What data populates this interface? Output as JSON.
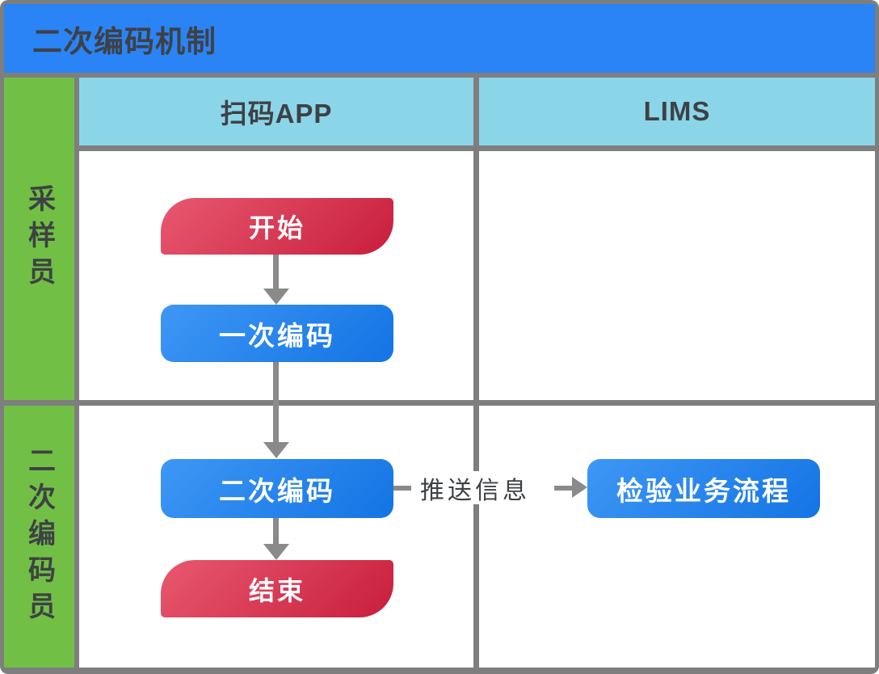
{
  "title": "二次编码机制",
  "columns": [
    {
      "label": "扫码APP"
    },
    {
      "label": "LIMS"
    }
  ],
  "lanes": [
    {
      "label": "采样员"
    },
    {
      "label": "二次编码员"
    }
  ],
  "nodes": {
    "start": {
      "label": "开始"
    },
    "primary_coding": {
      "label": "一次编码"
    },
    "secondary_coding": {
      "label": "二次编码"
    },
    "end": {
      "label": "结束"
    },
    "lims_process": {
      "label": "检验业务流程"
    }
  },
  "edges": {
    "push_label": "推送信息"
  },
  "colors": {
    "frame_gray": "#7e7e7e",
    "title_blue": "#2a84f5",
    "header_blue": "#8bd5e9",
    "sidebar_green": "#72bf45",
    "cell_white": "#ffffff",
    "node_blue_start": "#3e97f5",
    "node_blue_end": "#1474e4",
    "node_red_start": "#e8596f",
    "node_red_end": "#c81e3c",
    "arrow_gray": "#8a8a8a",
    "text_dark": "#3e4144",
    "node_text": "#ffffff"
  }
}
